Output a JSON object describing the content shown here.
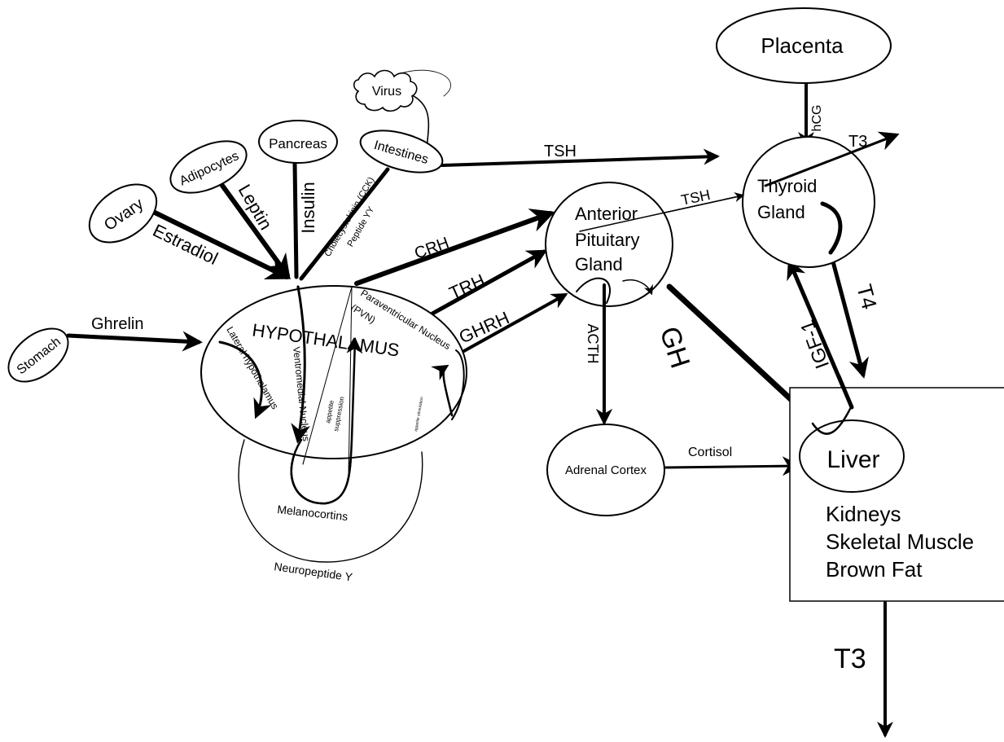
{
  "nodes": {
    "placenta": "Placenta",
    "virus": "Virus",
    "pancreas": "Pancreas",
    "adipocytes": "Adipocytes",
    "intestines": "Intestines",
    "ovary": "Ovary",
    "stomach": "Stomach",
    "hypothalamus": "HYPOTHALAMUS",
    "anterior_pituitary": [
      "Anterior",
      "Pituitary",
      "Gland"
    ],
    "thyroid_gland": [
      "Thyroid",
      "Gland"
    ],
    "adrenal_cortex": "Adrenal Cortex",
    "liver": "Liver",
    "liver_box_items": [
      "Kidneys",
      "Skeletal Muscle",
      "Brown Fat"
    ]
  },
  "hormones": {
    "hcg": "hCG",
    "tsh_top": "TSH",
    "tsh_mid": "TSH",
    "t3_top": "T3",
    "t3_bottom": "T3",
    "t4": "T4",
    "igf1": "IGF-1",
    "gh": "GH",
    "acth": "ACTH",
    "cortisol": "Cortisol",
    "crh": "CRH",
    "trh": "TRH",
    "ghrh": "GHRH",
    "leptin": "Leptin",
    "insulin": "Insulin",
    "estradiol": "Estradiol",
    "ghrelin": "Ghrelin",
    "cck": "Cholecystokinin (CCK)",
    "pyy": "Peptide YY"
  },
  "regions": {
    "lateral_hypothalamus": "Lateral hypothalamus",
    "ventromedial_nucleus": "Ventromedial Nucleus",
    "paraventricular_nucleus": "Paraventricular Nucleus",
    "pvn": "(PVN)",
    "appetite_suppression": [
      "appetite",
      "suppression"
    ],
    "appetite_stimulation": "appetite stimulation",
    "melanocortins": "Melanocortins",
    "neuropeptide_y": "Neuropeptide Y"
  }
}
